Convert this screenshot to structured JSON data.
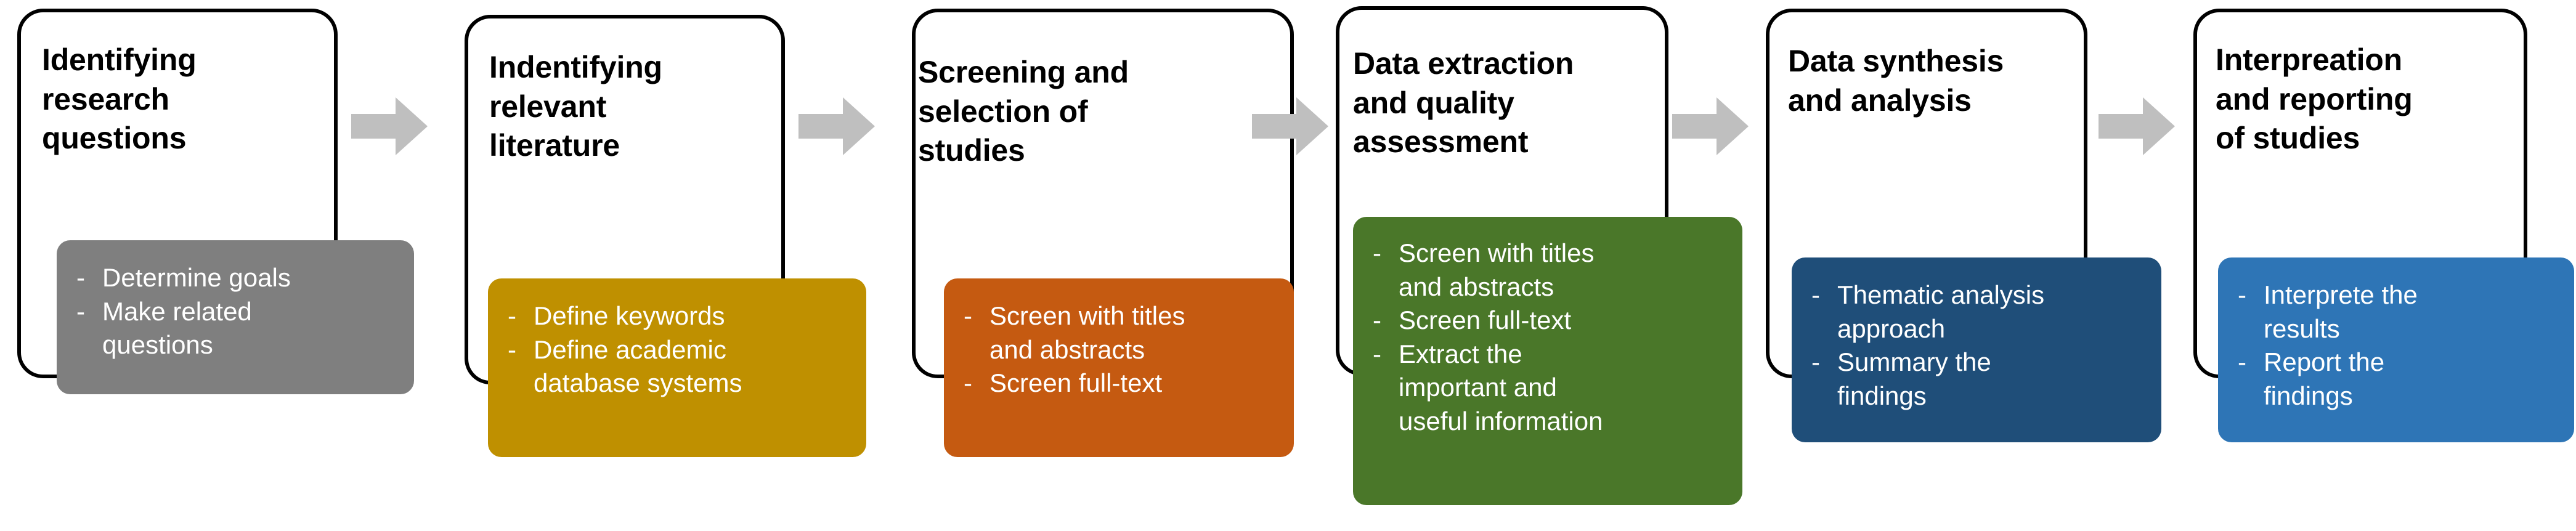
{
  "diagram": {
    "type": "process-flow",
    "title_shown": false,
    "colors": {
      "stage_border": "#000000",
      "stage_fill": "#ffffff",
      "arrow": "#bfbfbf",
      "card_gray": "#7f7f7f",
      "card_gold": "#bf9000",
      "card_orange": "#c55a11",
      "card_green": "#4a7729",
      "card_dark_blue": "#1f4e79",
      "card_blue": "#2e75b6",
      "text_on_card": "#ffffff",
      "text_title": "#000000"
    },
    "stages": [
      {
        "id": "identifying-research-questions",
        "title": "Identifying\nresearch\nquestions",
        "card_color": "#7f7f7f",
        "items": [
          "Determine goals",
          "Make related\nquestions"
        ]
      },
      {
        "id": "identifying-relevant-literature",
        "title": "Indentifying\nrelevant\nliterature",
        "card_color": "#bf9000",
        "items": [
          "Define keywords",
          "Define academic\ndatabase systems"
        ]
      },
      {
        "id": "screening-and-selection-of-studies",
        "title": "Screening and\nselection of\nstudies",
        "card_color": "#c55a11",
        "items": [
          "Screen with titles\nand abstracts",
          "Screen full-text"
        ]
      },
      {
        "id": "data-extraction-and-quality-assessment",
        "title": "Data extraction\nand quality\nassessment",
        "card_color": "#4a7729",
        "items": [
          "Screen with titles\nand abstracts",
          "Screen full-text",
          "Extract the\nimportant and\nuseful information"
        ]
      },
      {
        "id": "data-synthesis-and-analysis",
        "title": "Data synthesis\nand analysis",
        "card_color": "#1f4e79",
        "items": [
          "Thematic analysis\napproach",
          "Summary the\nfindings"
        ]
      },
      {
        "id": "interpretation-and-reporting-of-studies",
        "title": "Interpreation\nand reporting\nof studies",
        "card_color": "#2e75b6",
        "items": [
          "Interprete the\nresults",
          "Report the\nfindings"
        ]
      }
    ],
    "arrows": [
      {
        "id": "arrow-1",
        "from": "identifying-research-questions",
        "to": "identifying-relevant-literature"
      },
      {
        "id": "arrow-2",
        "from": "identifying-relevant-literature",
        "to": "screening-and-selection-of-studies"
      },
      {
        "id": "arrow-3",
        "from": "screening-and-selection-of-studies",
        "to": "data-extraction-and-quality-assessment"
      },
      {
        "id": "arrow-4",
        "from": "data-extraction-and-quality-assessment",
        "to": "data-synthesis-and-analysis"
      },
      {
        "id": "arrow-5",
        "from": "data-synthesis-and-analysis",
        "to": "interpretation-and-reporting-of-studies"
      }
    ],
    "bullet_marker": "-"
  }
}
